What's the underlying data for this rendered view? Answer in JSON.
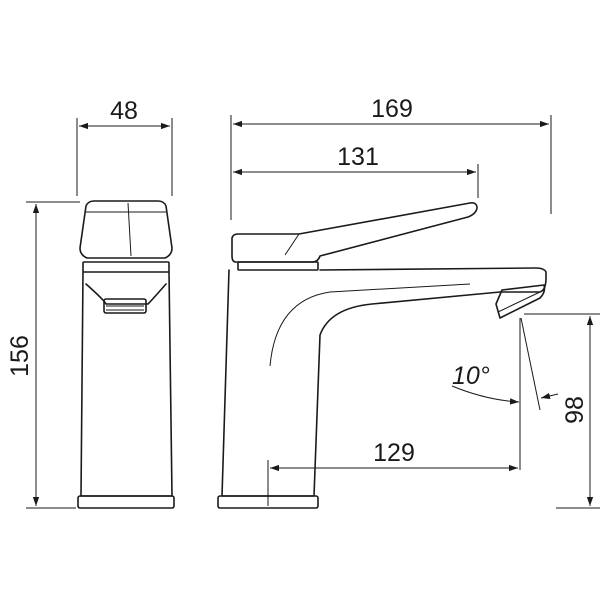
{
  "dimensions": {
    "side_width": "48",
    "front_total_length": "169",
    "lever_length": "131",
    "total_height": "156",
    "spout_height": "98",
    "spout_reach": "129",
    "spout_angle": "10°"
  },
  "colors": {
    "line": "#1a1a1a",
    "background": "#ffffff"
  }
}
